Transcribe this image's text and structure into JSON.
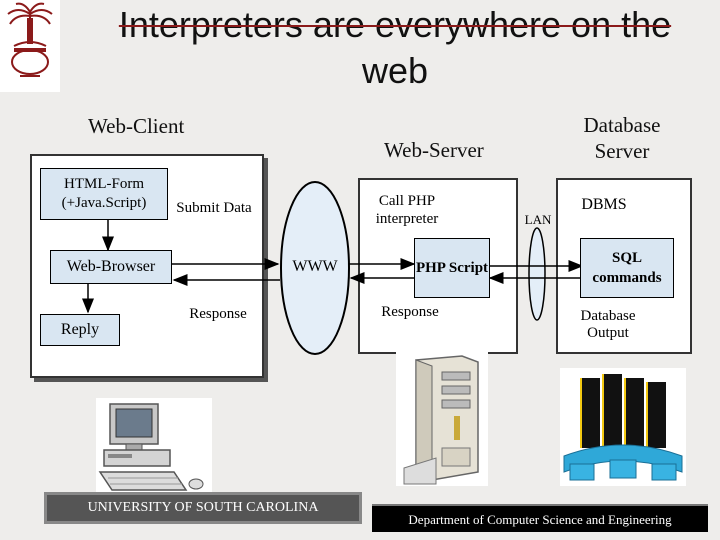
{
  "title": {
    "line1": "Interpreters are everywhere on the",
    "line2": "web"
  },
  "headings": {
    "web_client": "Web-Client",
    "web_server": "Web-Server",
    "database_server": "Database Server"
  },
  "client": {
    "html_form": "HTML-Form (+Java.Script)",
    "submit_data": "Submit Data",
    "web_browser": "Web-Browser",
    "response": "Response",
    "reply": "Reply"
  },
  "network": {
    "www": "WWW",
    "lan": "LAN"
  },
  "server": {
    "call_php": "Call PHP interpreter",
    "php_script": "PHP Script",
    "response": "Response"
  },
  "database": {
    "dbms": "DBMS",
    "sql_commands": "SQL commands",
    "database_output": "Database Output"
  },
  "footer": {
    "university": "UNIVERSITY OF SOUTH CAROLINA",
    "department": "Department of Computer Science and Engineering"
  },
  "colors": {
    "box_fill": "#d9e6f2",
    "accent": "#8b1a1a",
    "background": "#eeedeb"
  },
  "icons": [
    "palmetto-logo-icon",
    "desktop-computer-icon",
    "server-tower-icon",
    "mainframe-database-icon"
  ]
}
